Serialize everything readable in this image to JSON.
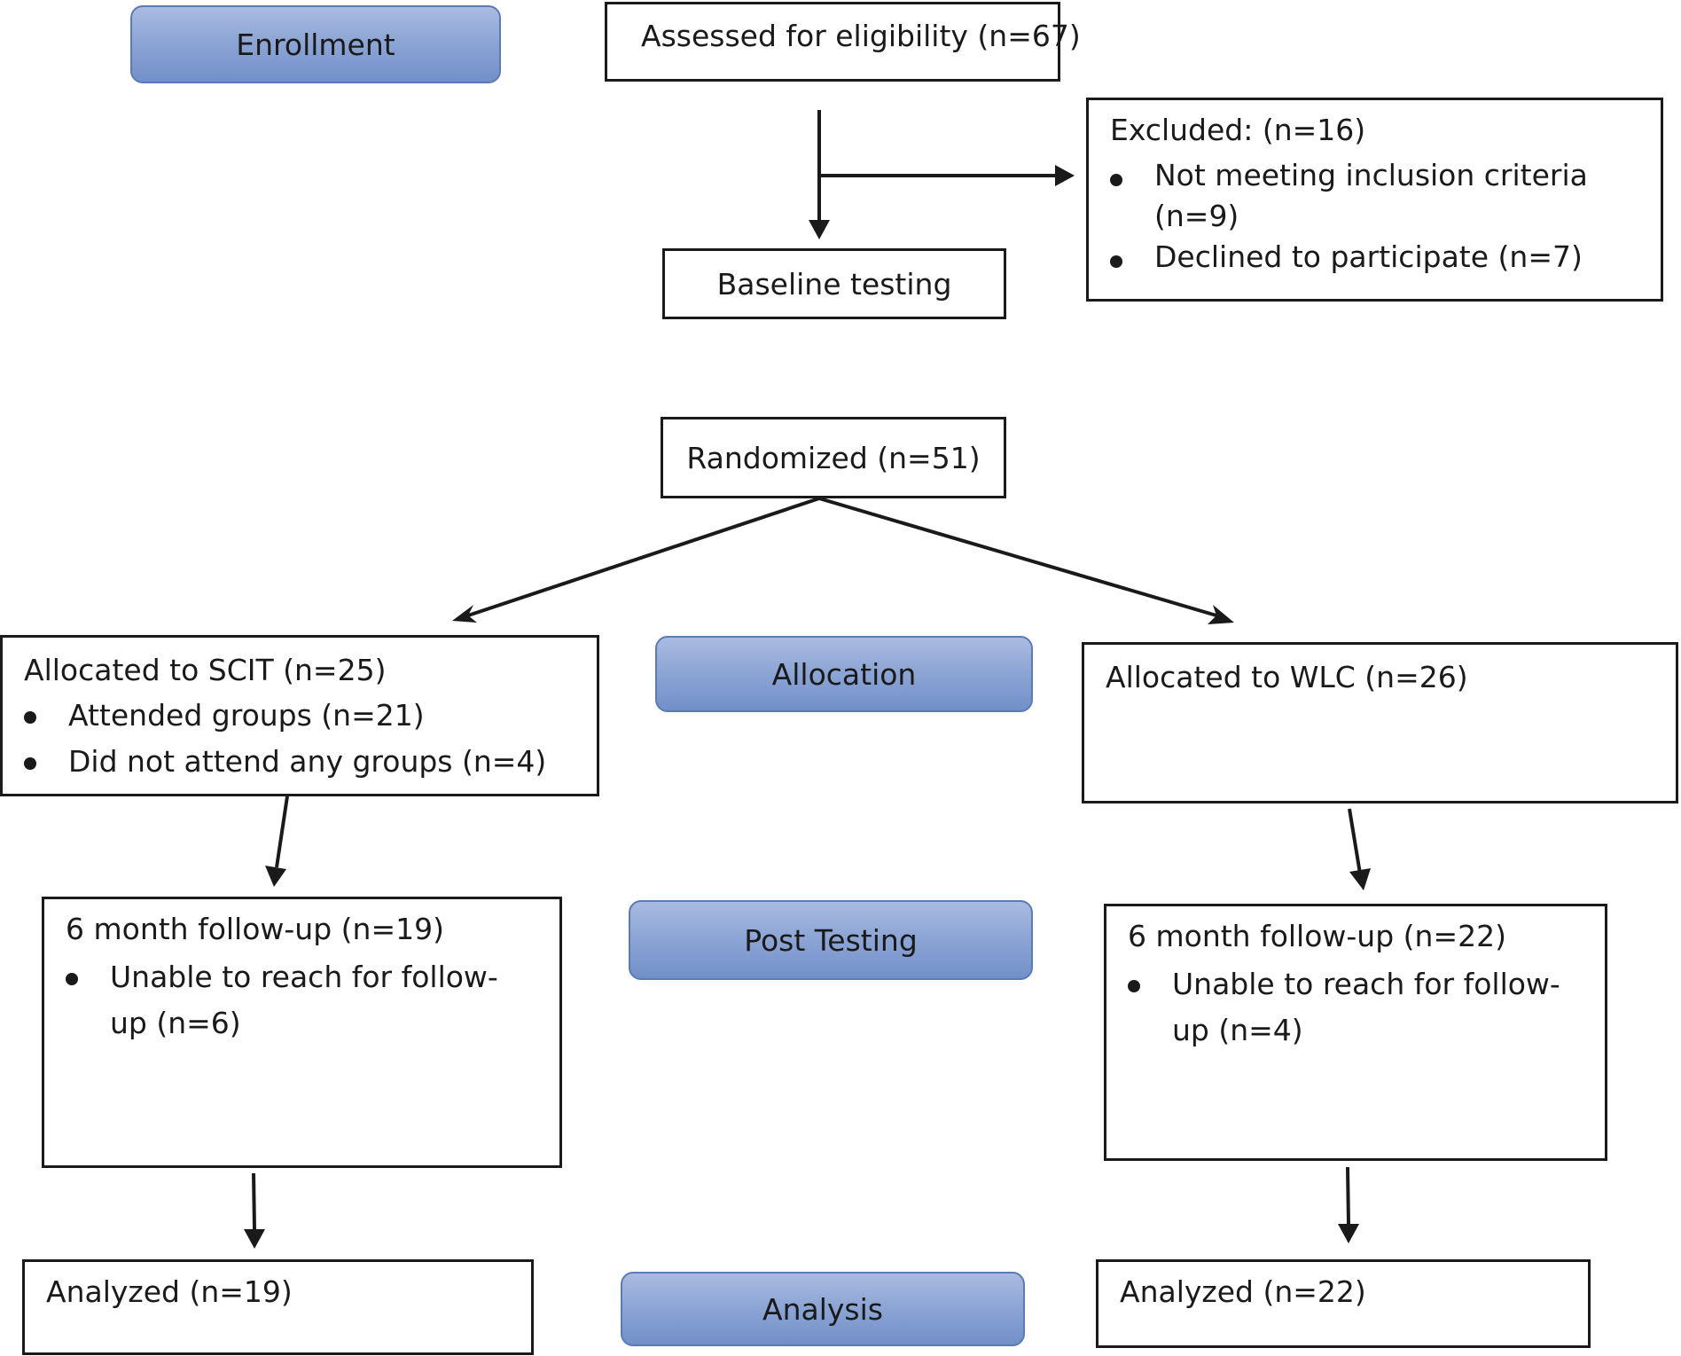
{
  "stages": {
    "enrollment": "Enrollment",
    "allocation": "Allocation",
    "post_testing": "Post Testing",
    "analysis": "Analysis"
  },
  "assessed": "Assessed for eligibility (n=67)",
  "excluded": {
    "title": "Excluded: (n=16)",
    "items": [
      "Not meeting inclusion criteria (n=9)",
      "Declined to participate (n=7)"
    ]
  },
  "baseline": "Baseline testing",
  "randomized": "Randomized (n=51)",
  "scit": {
    "title": "Allocated to SCIT (n=25)",
    "items": [
      "Attended groups (n=21)",
      "Did not attend any groups (n=4)"
    ]
  },
  "wlc": {
    "title": "Allocated to WLC (n=26)"
  },
  "followup_scit": {
    "title": "6 month follow-up (n=19)",
    "items": [
      "Unable to reach for follow-up (n=6)"
    ]
  },
  "followup_wlc": {
    "title": "6 month follow-up  (n=22)",
    "items": [
      "Unable to reach for follow-up (n=4)"
    ]
  },
  "analyzed_scit": "Analyzed (n=19)",
  "analyzed_wlc": "Analyzed (n=22)"
}
